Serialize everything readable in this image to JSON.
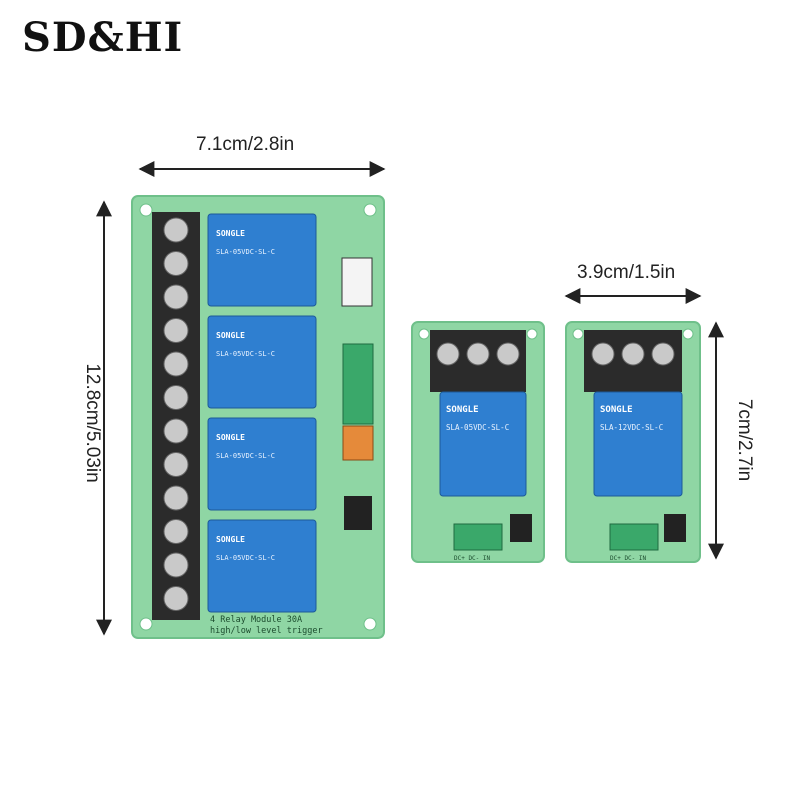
{
  "brand": {
    "logo_text": "SD&HI"
  },
  "dimensions": {
    "large_width": "7.1cm/2.8in",
    "large_height": "12.8cm/5.03in",
    "small_width": "3.9cm/1.5in",
    "small_height": "7cm/2.7in"
  },
  "boards": {
    "large": {
      "relay_brand": "SONGLE",
      "relay_model": "SLA-05VDC-SL-C",
      "silkscreen_line1": "4 Relay Module 30A",
      "silkscreen_line2": "high/low level trigger"
    },
    "small_a": {
      "relay_brand": "SONGLE",
      "relay_model": "SLA-05VDC-SL-C",
      "pins": "DC+  DC-  IN"
    },
    "small_b": {
      "relay_brand": "SONGLE",
      "relay_model": "SLA-12VDC-SL-C",
      "pins": "DC+  DC-  IN"
    }
  },
  "colors": {
    "pcb": "#8fd6a4",
    "pcb_dark": "#6fc08a",
    "relay": "#2f7fd0",
    "terminal": "#2b2b2b",
    "screw": "#c9c9c9",
    "green_terminal": "#3aa86a",
    "orange_terminal": "#e58a3a"
  }
}
